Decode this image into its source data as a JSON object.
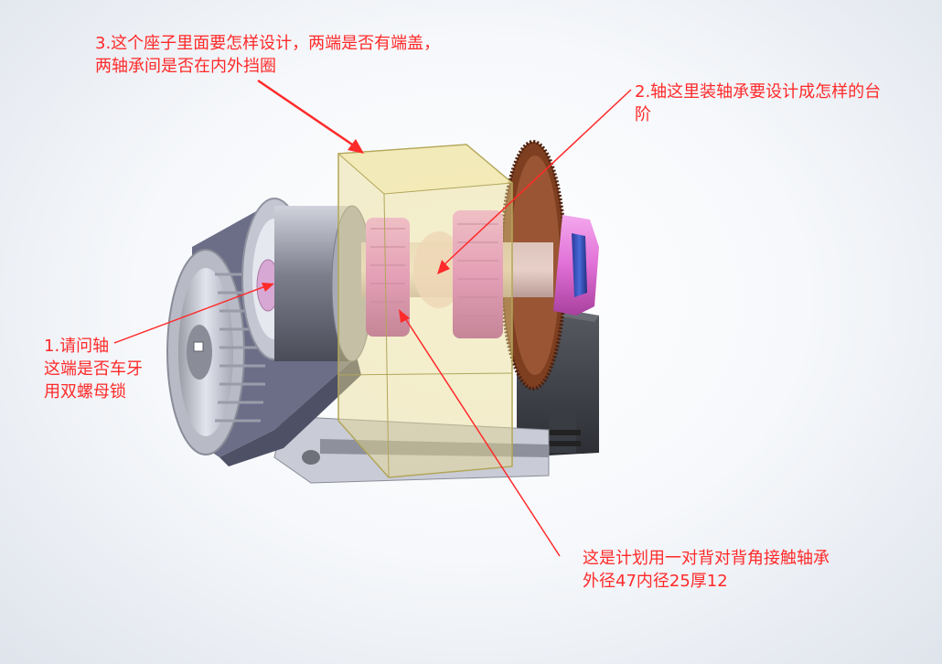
{
  "annotations": {
    "note3": {
      "line1": "3.这个座子里面要怎样设计，两端是否有端盖，",
      "line2": "两轴承间是否在内外挡圈"
    },
    "note2": {
      "line1": "2.轴这里装轴承要设计成怎样的台",
      "line2": "阶"
    },
    "note1": {
      "line1": "1.请问轴",
      "line2": "这端是否车牙",
      "line3": "用双螺母锁"
    },
    "note4": {
      "line1": "这是计划用一对背对背角接触轴承",
      "line2": "外径47内径25厚12"
    }
  },
  "colors": {
    "annotation_red": "#ff2a2a",
    "housing_yellow": "#f2e6a0",
    "bearing_pink": "#e27ad8",
    "gear_brown": "#8a4a2a",
    "motor_dark": "#4e5058",
    "pulley_grey": "#c8cad6"
  }
}
